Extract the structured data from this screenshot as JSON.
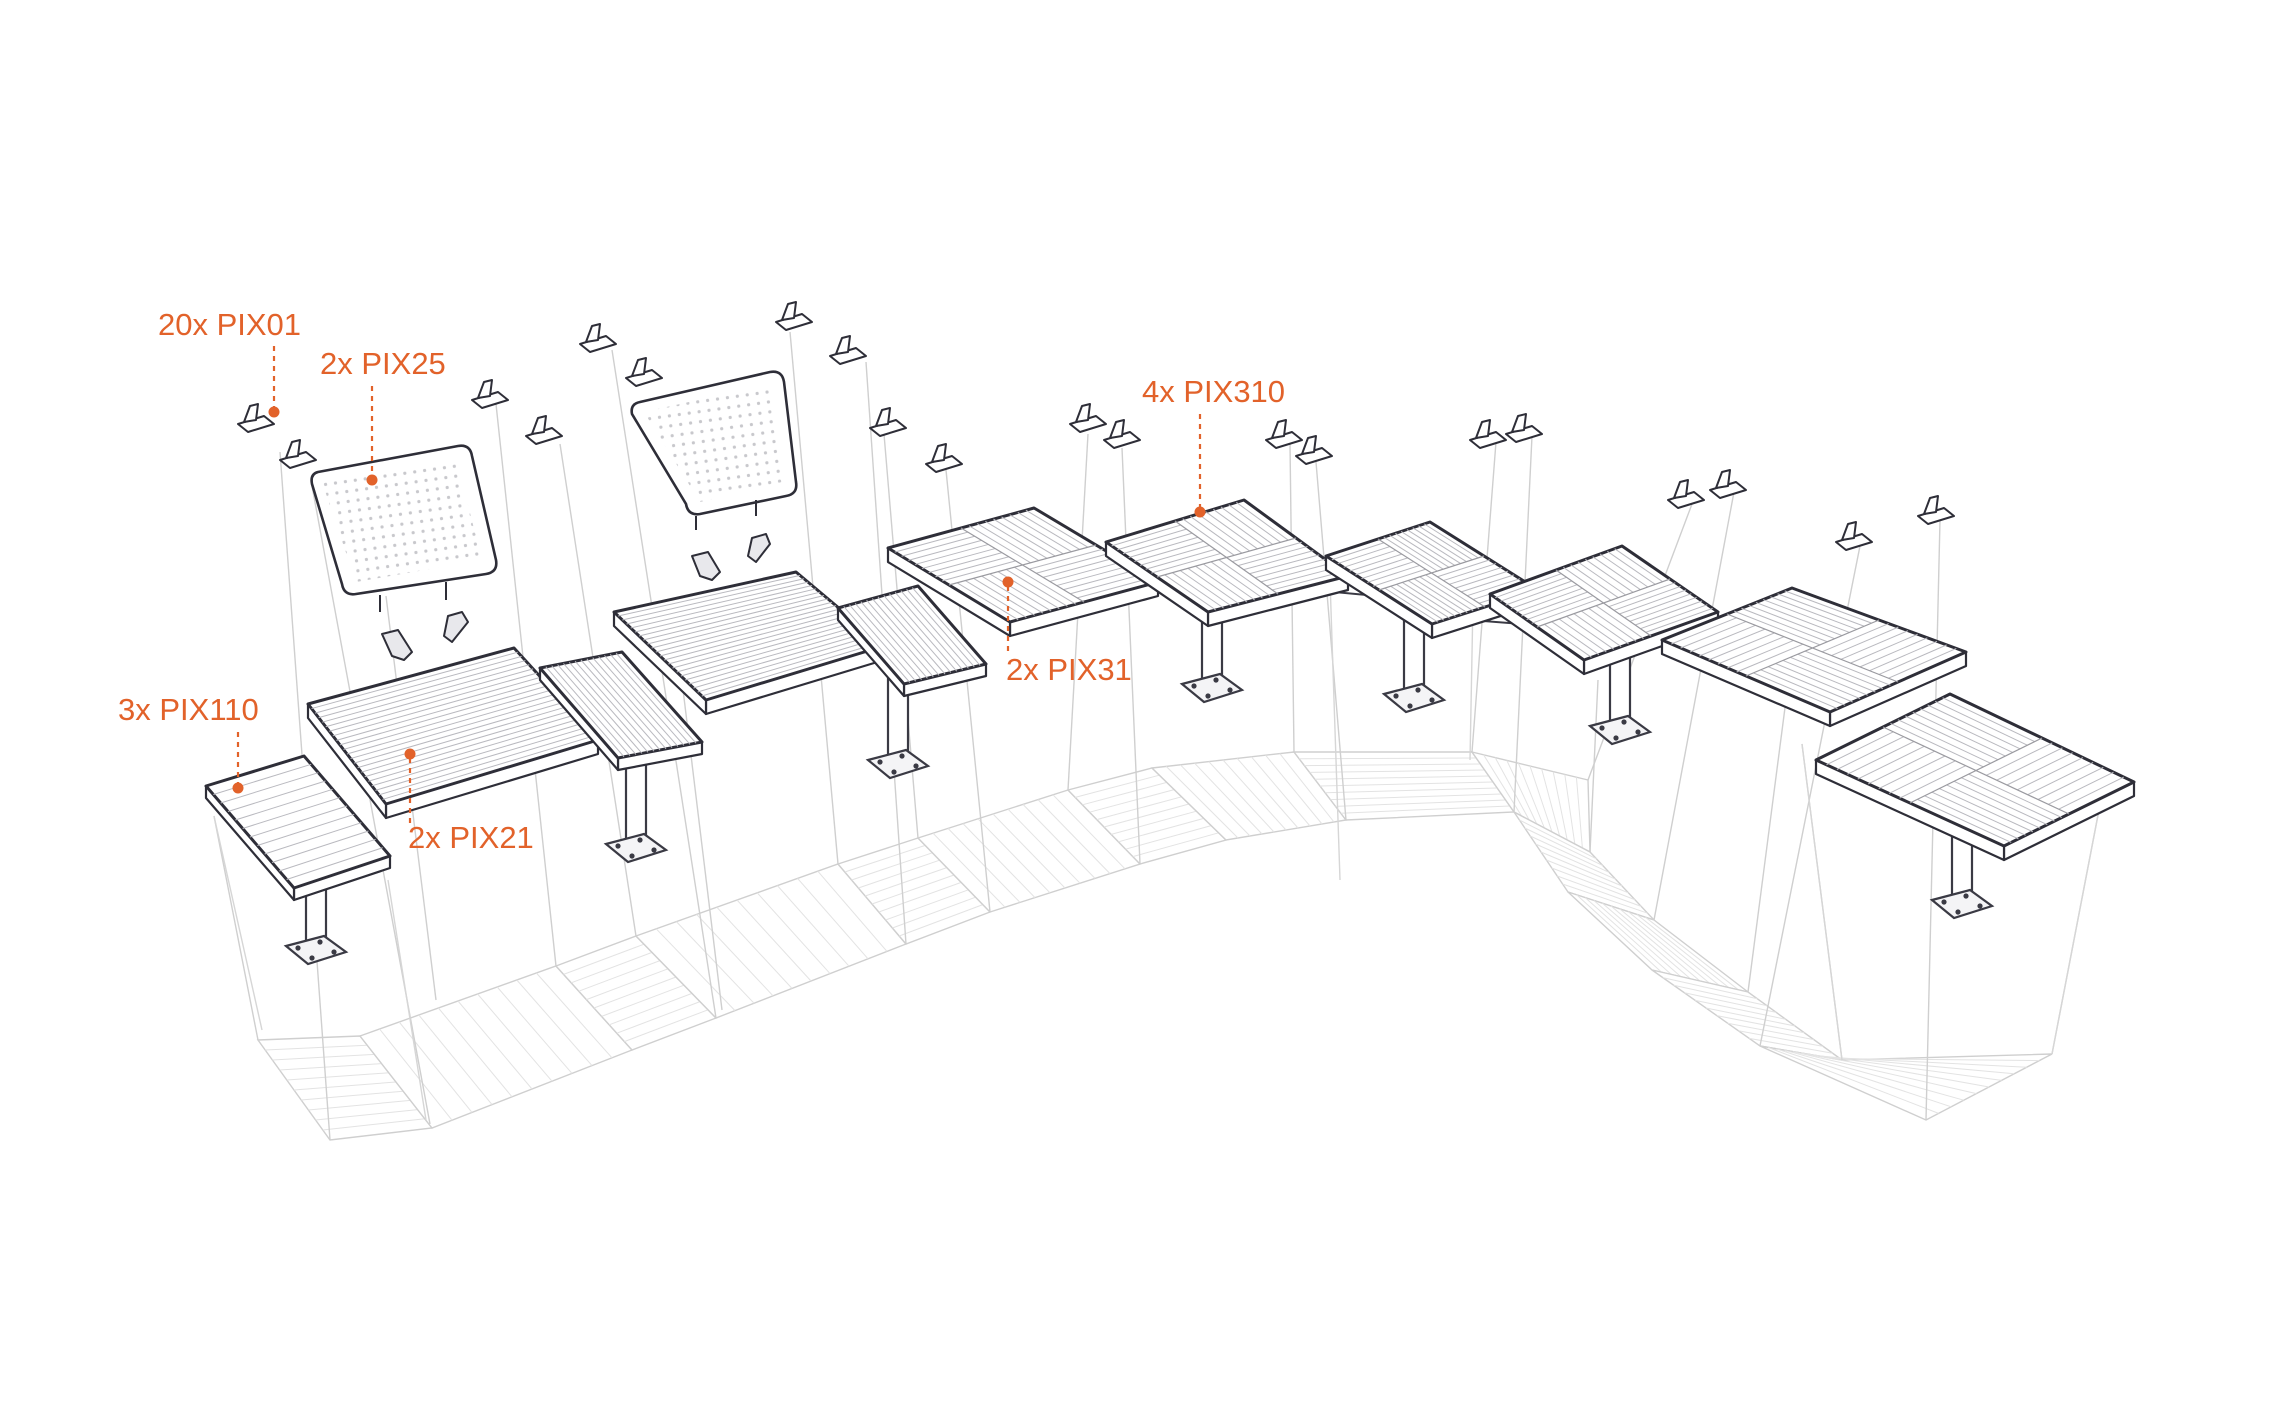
{
  "diagram": {
    "callouts": [
      {
        "id": "pix01",
        "label": "20x PIX01"
      },
      {
        "id": "pix25",
        "label": "2x PIX25"
      },
      {
        "id": "pix310",
        "label": "4x PIX310"
      },
      {
        "id": "pix110",
        "label": "3x PIX110"
      },
      {
        "id": "pix31",
        "label": "2x PIX31"
      },
      {
        "id": "pix21",
        "label": "2x PIX21"
      }
    ],
    "colors": {
      "accent": "#e2622a",
      "outline": "#2e2e38",
      "guide": "#cfcfcf"
    }
  }
}
